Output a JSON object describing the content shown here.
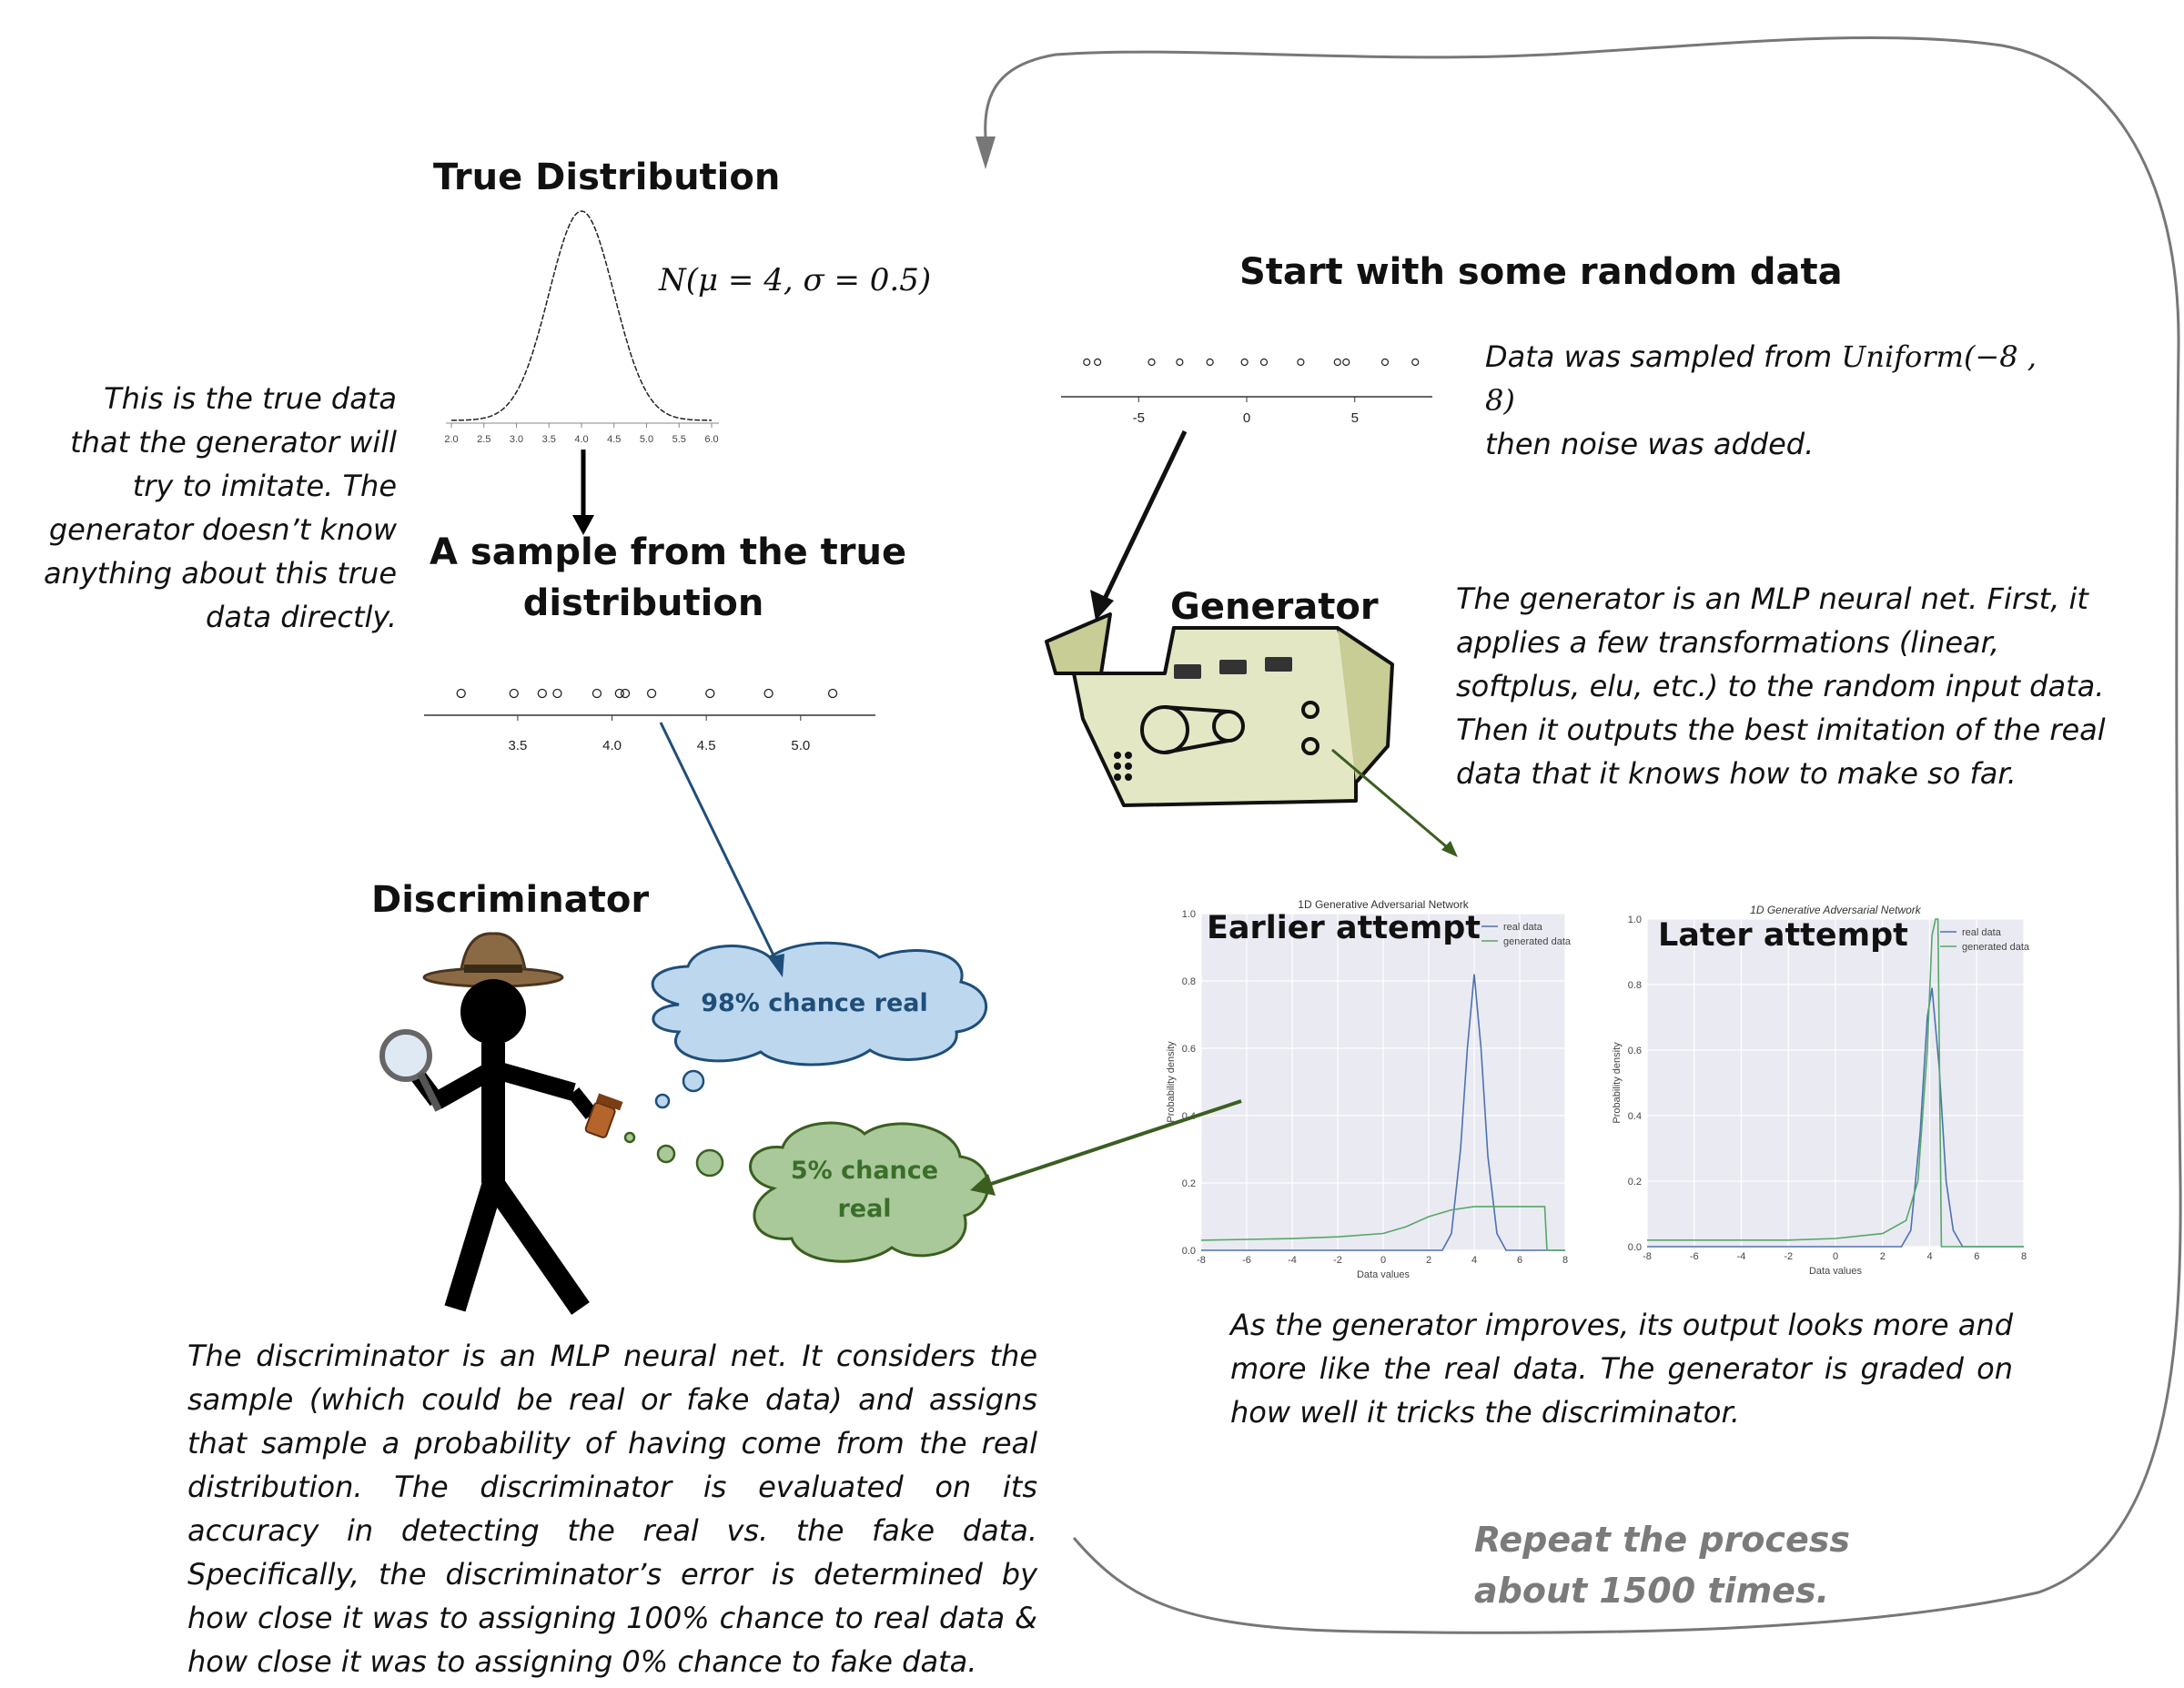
{
  "true_distribution": {
    "title": "True Distribution",
    "formula": "N(μ = 4, σ = 0.5)",
    "ticks": [
      "2.0",
      "2.5",
      "3.0",
      "3.5",
      "4.0",
      "4.5",
      "5.0",
      "5.5",
      "6.0"
    ]
  },
  "true_data_note": "This is the true data that the generator will try to imitate. The generator doesn’t know anything about this true data directly.",
  "sample": {
    "title_line1": "A sample from the true",
    "title_line2": "distribution",
    "ticks": [
      "3.5",
      "4.0",
      "4.5",
      "5.0"
    ],
    "points": [
      3.2,
      3.48,
      3.63,
      3.71,
      3.92,
      4.04,
      4.07,
      4.21,
      4.52,
      4.83,
      5.17
    ]
  },
  "random_data": {
    "title": "Start with some random data",
    "note_prefix": "Data was sampled from ",
    "note_formula": "Uniform(−8 , 8)",
    "note_suffix": "then noise was added.",
    "ticks": [
      "-5",
      "0",
      "5"
    ],
    "points": [
      -7.4,
      -6.9,
      -4.4,
      -3.1,
      -1.7,
      -0.1,
      0.8,
      2.5,
      4.2,
      4.6,
      6.4,
      7.8
    ]
  },
  "generator": {
    "title": "Generator",
    "note": "The generator is an MLP neural net. First, it applies a few transformations (linear, softplus, elu, etc.)  to the random input data. Then it outputs the best imitation of the real data that it knows how to make so far."
  },
  "discriminator": {
    "title": "Discriminator",
    "bubble_real": "98% chance real",
    "bubble_fake_line1": "5% chance",
    "bubble_fake_line2": "real",
    "note": "The discriminator is an MLP neural net. It considers the sample (which could be real or fake data) and assigns that sample a probability of having come from the real distribution. The discriminator is evaluated on its accuracy in detecting the real vs. the fake data. Specifically, the discriminator’s error is determined by how close it was to assigning 100% chance to real data & how close it was to assigning 0% chance to fake data."
  },
  "attempts_note": "As the generator improves, its output looks more and more like the real data. The generator is graded on how well it tricks the discriminator.",
  "repeat_line1": "Repeat the process",
  "repeat_line2": "about 1500 times.",
  "colors": {
    "real": "#4c72b0",
    "generated": "#55a868",
    "arrow_blue": "#1f4e79",
    "arrow_green": "#3b5e1f",
    "bubble_blue": "#bdd7ee",
    "bubble_green": "#a9c99a"
  },
  "chart_data": [
    {
      "type": "line",
      "overlay_label": "Earlier attempt",
      "title": "1D Generative Adversarial Network",
      "xlabel": "Data values",
      "ylabel": "Probability density",
      "xlim": [
        -8,
        8
      ],
      "ylim": [
        0,
        1.0
      ],
      "xticks": [
        "-8",
        "-6",
        "-4",
        "-2",
        "0",
        "2",
        "4",
        "6",
        "8"
      ],
      "yticks": [
        "0.0",
        "0.2",
        "0.4",
        "0.6",
        "0.8",
        "1.0"
      ],
      "legend": "top-right",
      "series": [
        {
          "name": "real data",
          "x": [
            -8,
            2.6,
            3.0,
            3.4,
            3.7,
            4.0,
            4.3,
            4.6,
            5.0,
            5.4,
            8
          ],
          "y": [
            0,
            0,
            0.05,
            0.3,
            0.6,
            0.82,
            0.6,
            0.28,
            0.05,
            0,
            0
          ]
        },
        {
          "name": "generated data",
          "x": [
            -8,
            -4,
            -2,
            0,
            1,
            2,
            3,
            4,
            6,
            7.1,
            7.2,
            8
          ],
          "y": [
            0.03,
            0.035,
            0.04,
            0.05,
            0.07,
            0.1,
            0.12,
            0.13,
            0.13,
            0.13,
            0,
            0
          ]
        }
      ]
    },
    {
      "type": "line",
      "overlay_label": "Later attempt",
      "title": "1D Generative Adversarial Network",
      "xlabel": "Data values",
      "ylabel": "Probability density",
      "xlim": [
        -8,
        8
      ],
      "ylim": [
        0,
        1.0
      ],
      "xticks": [
        "-8",
        "-6",
        "-4",
        "-2",
        "0",
        "2",
        "4",
        "6",
        "8"
      ],
      "yticks": [
        "0.0",
        "0.2",
        "0.4",
        "0.6",
        "0.8",
        "1.0"
      ],
      "legend": "top-right",
      "series": [
        {
          "name": "real data",
          "x": [
            -8,
            2.8,
            3.2,
            3.6,
            3.9,
            4.1,
            4.4,
            4.7,
            5.0,
            5.4,
            8
          ],
          "y": [
            0,
            0,
            0.05,
            0.35,
            0.7,
            0.79,
            0.55,
            0.2,
            0.05,
            0,
            0
          ]
        },
        {
          "name": "generated data",
          "x": [
            -8,
            -2,
            0,
            2,
            3,
            3.5,
            3.9,
            4.1,
            4.25,
            4.35,
            4.5,
            5,
            8
          ],
          "y": [
            0.02,
            0.02,
            0.025,
            0.04,
            0.08,
            0.2,
            0.6,
            0.95,
            1.0,
            1.0,
            0,
            0,
            0
          ]
        }
      ]
    }
  ]
}
